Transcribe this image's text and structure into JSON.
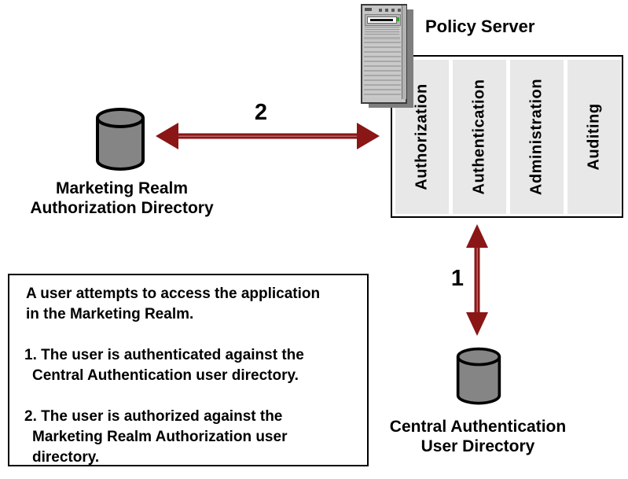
{
  "title": "Policy Server",
  "policy_server": {
    "components": [
      "Authorization",
      "Authentication",
      "Administration",
      "Auditing"
    ]
  },
  "directories": {
    "marketing": {
      "lines": [
        "Marketing Realm",
        "Authorization Directory"
      ]
    },
    "central": {
      "lines": [
        "Central Authentication",
        "User Directory"
      ]
    }
  },
  "arrows": {
    "authentication": {
      "label": "1"
    },
    "authorization": {
      "label": "2"
    }
  },
  "note_box": {
    "intro": [
      "A user attempts to access the application",
      "in the Marketing Realm."
    ],
    "items": [
      {
        "number": "1.",
        "lines": [
          "The user is authenticated against the",
          "Central Authentication user directory."
        ]
      },
      {
        "number": "2.",
        "lines": [
          "The user is authorized against the",
          "Marketing Realm Authorization user",
          "directory."
        ]
      }
    ]
  },
  "colors": {
    "arrow": "#8a1616",
    "arrow_highlight": "#d39191",
    "cylinder_fill": "#858585",
    "component_fill": "#e8e8e8",
    "server_body": "#c6c6c6",
    "server_shadow": "#7e7e7e",
    "outline": "#000000"
  }
}
